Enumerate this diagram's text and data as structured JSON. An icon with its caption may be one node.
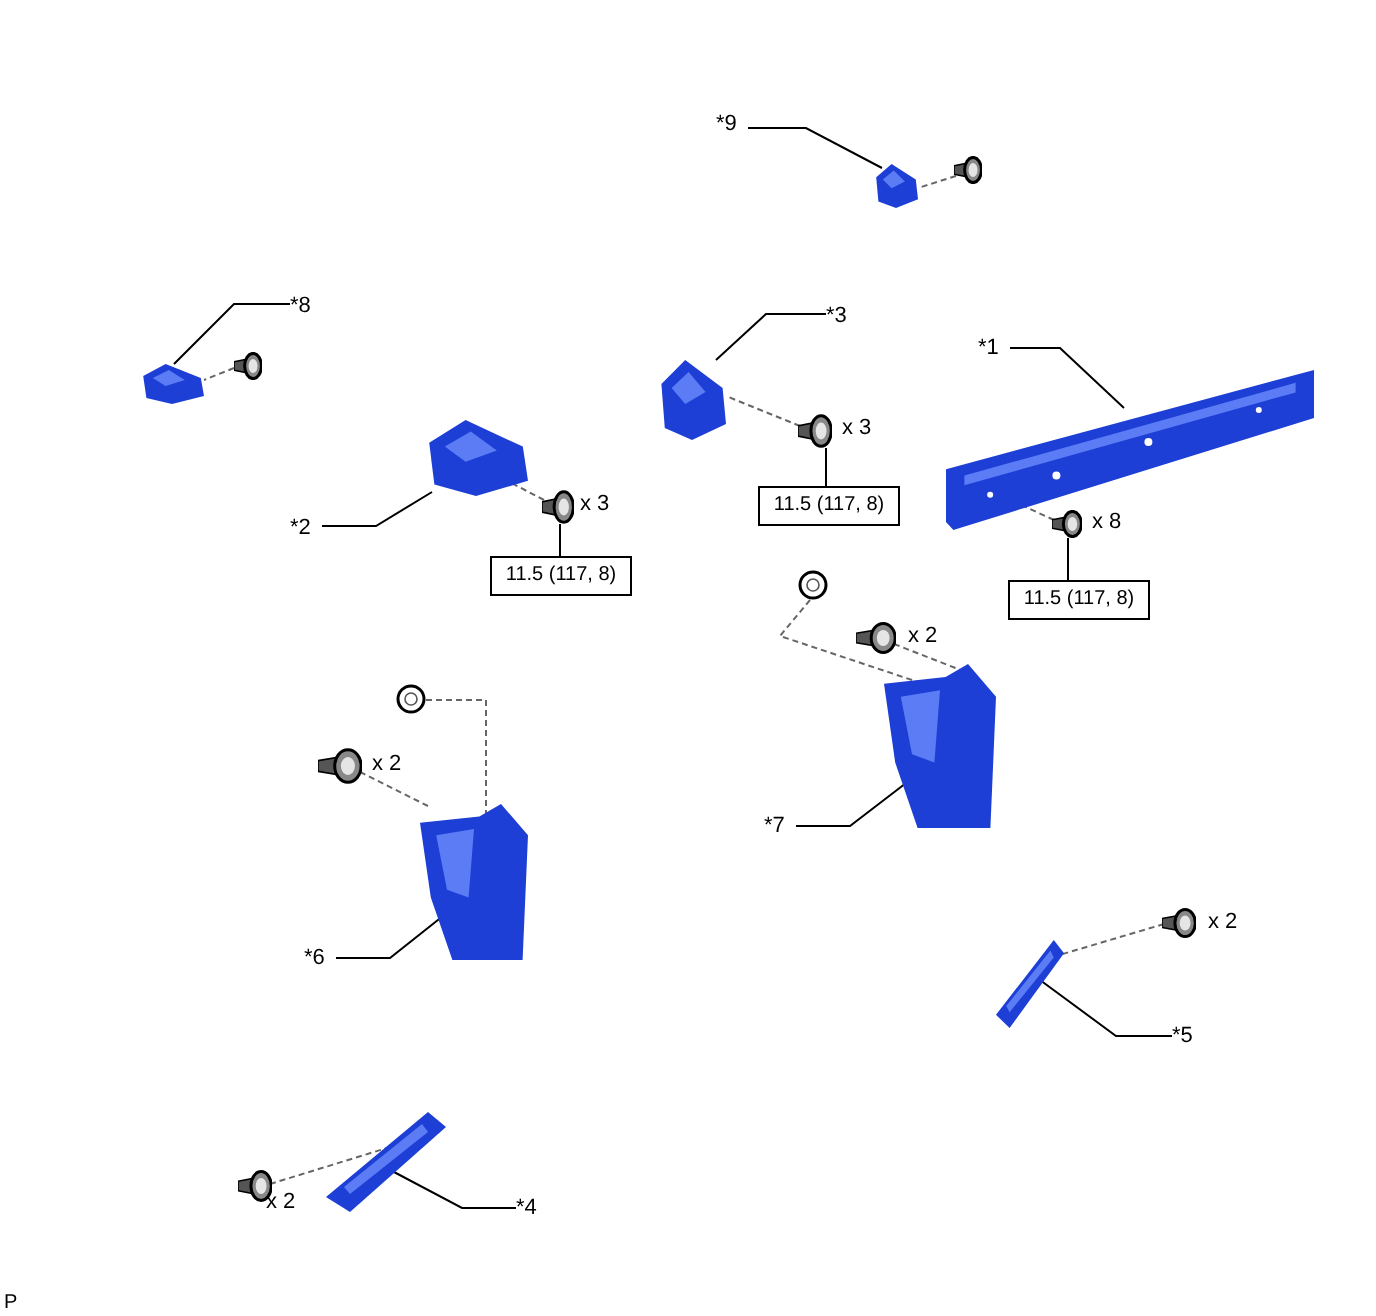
{
  "diagram": {
    "nodes": [
      {
        "text": [
          "*9"
        ]
      },
      {
        "text": [],
        "shape": "picture"
      },
      {
        "text": [],
        "shape": "picture"
      },
      {
        "text": [
          "*8"
        ]
      },
      {
        "text": [],
        "shape": "picture"
      },
      {
        "text": [],
        "shape": "picture"
      },
      {
        "text": [
          "*3"
        ]
      },
      {
        "text": [],
        "shape": "picture"
      },
      {
        "text": [
          "*1"
        ]
      },
      {
        "text": [],
        "shape": "picture"
      },
      {
        "text": [],
        "shape": "picture",
        "beside": [
          "x 3"
        ]
      },
      {
        "text": [],
        "shape": "picture"
      },
      {
        "text": [],
        "shape": "picture",
        "beside": [
          "x 3"
        ]
      },
      {
        "text": [
          "*2"
        ]
      },
      {
        "text": [],
        "shape": "picture",
        "beside": [
          "x 8"
        ]
      },
      {
        "text": [
          "11.5 (117, 8)"
        ]
      },
      {
        "text": [
          "11.5 (117, 8)"
        ]
      },
      {
        "text": [
          "11.5 (117, 8)"
        ]
      },
      {
        "text": [],
        "shape": "picture"
      },
      {
        "text": [],
        "shape": "picture",
        "beside": [
          "x 2"
        ]
      },
      {
        "text": [],
        "shape": "picture"
      },
      {
        "text": [],
        "shape": "picture",
        "beside": [
          "x 2"
        ]
      },
      {
        "text": [],
        "shape": "picture"
      },
      {
        "text": [],
        "shape": "picture"
      },
      {
        "text": [
          "*7"
        ]
      },
      {
        "text": [],
        "shape": "picture",
        "beside": [
          "x 2"
        ]
      },
      {
        "text": [
          "*6"
        ]
      },
      {
        "text": [],
        "shape": "picture"
      },
      {
        "text": [
          "*5"
        ]
      },
      {
        "text": [],
        "shape": "picture"
      },
      {
        "text": [],
        "shape": "picture",
        "beside": [
          "x 2"
        ]
      },
      {
        "text": [
          "*4"
        ]
      }
    ],
    "edges": [
      {
        "from": 0,
        "to": 1,
        "arrow": "none"
      },
      {
        "from": 2,
        "to": 1,
        "arrow": "none",
        "style": "dashed",
        "color": "#666666"
      },
      {
        "from": 3,
        "to": 4,
        "arrow": "none"
      },
      {
        "from": 5,
        "to": 4,
        "arrow": "none",
        "style": "dashed",
        "color": "#666666"
      },
      {
        "from": 6,
        "to": 7,
        "arrow": "none"
      },
      {
        "from": 10,
        "to": 7,
        "arrow": "none",
        "style": "dashed",
        "color": "#666666"
      },
      {
        "from": 15,
        "to": 10,
        "arrow": "none"
      },
      {
        "from": 8,
        "to": 9,
        "arrow": "none"
      },
      {
        "from": 14,
        "to": 9,
        "arrow": "none",
        "style": "dashed",
        "color": "#666666"
      },
      {
        "from": 17,
        "to": 14,
        "arrow": "none"
      },
      {
        "from": 13,
        "to": 11,
        "arrow": "none"
      },
      {
        "from": 12,
        "to": 11,
        "arrow": "none",
        "style": "dashed",
        "color": "#666666"
      },
      {
        "from": 16,
        "to": 12,
        "arrow": "none"
      },
      {
        "from": 24,
        "to": 22,
        "arrow": "none"
      },
      {
        "from": 18,
        "to": 22,
        "arrow": "none",
        "style": "dashed",
        "color": "#666666"
      },
      {
        "from": 19,
        "to": 22,
        "arrow": "none",
        "style": "dashed",
        "color": "#666666"
      },
      {
        "from": 26,
        "to": 23,
        "arrow": "none"
      },
      {
        "from": 20,
        "to": 23,
        "arrow": "none",
        "style": "dashed",
        "color": "#666666"
      },
      {
        "from": 21,
        "to": 23,
        "arrow": "none",
        "style": "dashed",
        "color": "#666666"
      },
      {
        "from": 28,
        "to": 27,
        "arrow": "none"
      },
      {
        "from": 25,
        "to": 27,
        "arrow": "none",
        "style": "dashed",
        "color": "#666666"
      },
      {
        "from": 31,
        "to": 29,
        "arrow": "none"
      },
      {
        "from": 30,
        "to": 29,
        "arrow": "none",
        "style": "dashed",
        "color": "#666666"
      }
    ],
    "labels": [
      "P"
    ]
  }
}
